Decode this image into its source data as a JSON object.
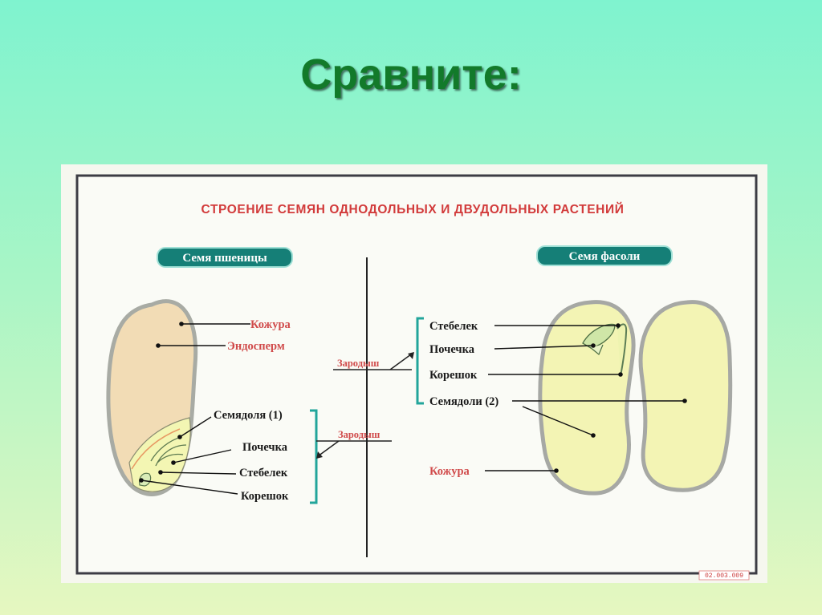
{
  "slide": {
    "title": "Сравните:"
  },
  "poster": {
    "heading": "СТРОЕНИЕ СЕМЯН ОДНОДОЛЬНЫХ И ДВУДОЛЬНЫХ РАСТЕНИЙ",
    "code": "02.003.009",
    "wheat": {
      "pill": "Семя пшеницы",
      "labels": {
        "seed_coat": "Кожура",
        "endosperm": "Эндосперм",
        "cotyledon": "Семядоля (1)",
        "bud": "Почечка",
        "stem": "Стебелек",
        "root": "Корешок"
      },
      "embryo_label": "Зародыш"
    },
    "bean": {
      "pill": "Семя фасоли",
      "labels": {
        "stem": "Стебелек",
        "bud": "Почечка",
        "root": "Корешок",
        "cotyledons": "Семядоли (2)",
        "seed_coat": "Кожура"
      },
      "embryo_label": "Зародыш"
    }
  },
  "colors": {
    "title_green": "#127a2a",
    "heading_red": "#d23b3b",
    "pill_teal": "#157f77",
    "bracket_teal": "#22a59b",
    "endosperm_fill": "#f2dcb5",
    "embryo_fill": "#f3f6b3",
    "bean_fill": "#f3f4b4"
  }
}
